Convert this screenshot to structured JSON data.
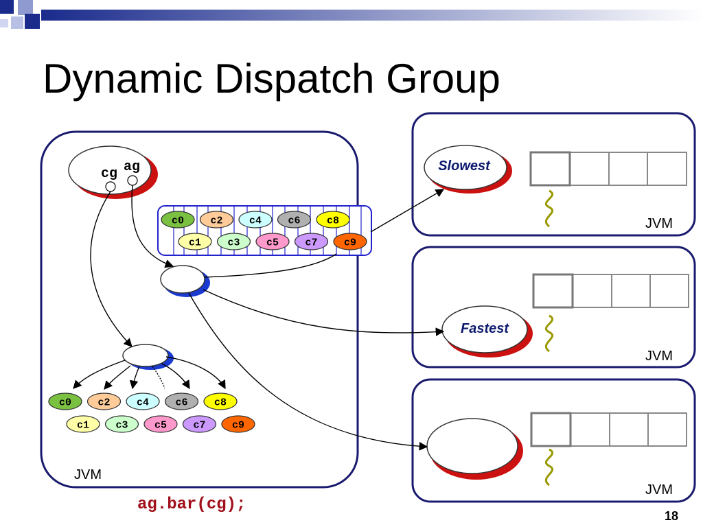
{
  "slide": {
    "title": "Dynamic Dispatch Group",
    "code": "ag.bar(cg);",
    "page_number": "18"
  },
  "main_jvm": {
    "label": "JVM",
    "object_labels": [
      "cg",
      "ag"
    ],
    "chunks_top_row": [
      "c0",
      "c2",
      "c4",
      "c6",
      "c8"
    ],
    "chunks_bottom_row": [
      "c1",
      "c3",
      "c5",
      "c7",
      "c9"
    ]
  },
  "remote_jvms": [
    {
      "label": "JVM",
      "node_label": "Slowest"
    },
    {
      "label": "JVM",
      "node_label": "Fastest"
    },
    {
      "label": "JVM",
      "node_label": ""
    }
  ],
  "chunk_colors": {
    "c0": "#7ac142",
    "c1": "#ffffa8",
    "c2": "#ffcc99",
    "c3": "#ccffcc",
    "c4": "#ccffff",
    "c5": "#ff99cc",
    "c6": "#b0b0b0",
    "c7": "#cc99ff",
    "c8": "#ffff00",
    "c9": "#ff6600"
  },
  "colors": {
    "box_border": "#1a1a6e",
    "header_accent": "#1a2b8c",
    "node_shadow_red": "#cc1111",
    "node_shadow_blue": "#1a3ad0",
    "thread_squiggle": "#999900",
    "queue_border": "#888888",
    "code_text": "#a0101a"
  }
}
